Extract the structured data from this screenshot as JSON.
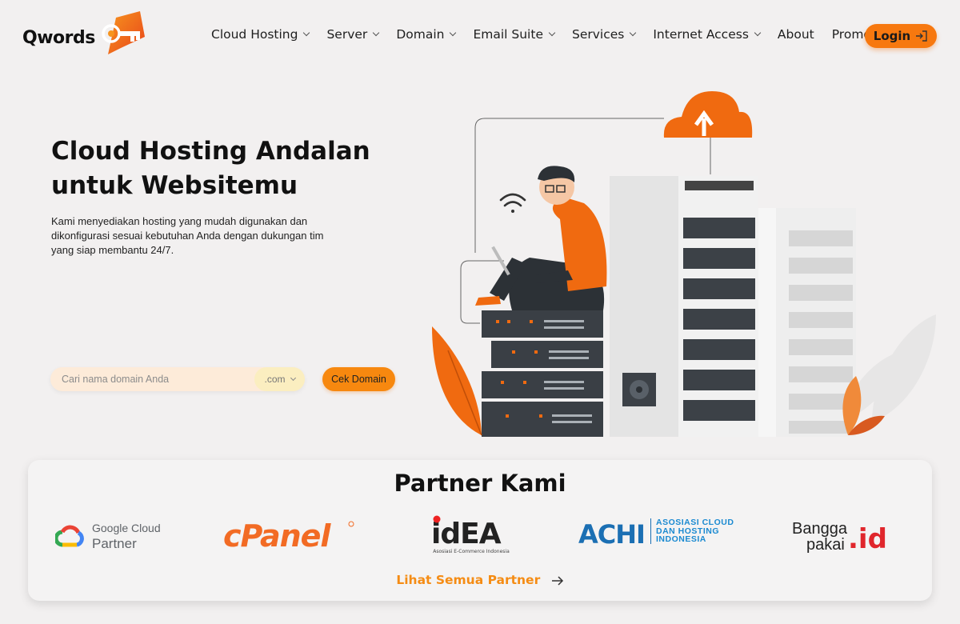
{
  "brand": {
    "name": "Qwords"
  },
  "nav": {
    "items": [
      {
        "label": "Cloud Hosting",
        "dropdown": true
      },
      {
        "label": "Server",
        "dropdown": true
      },
      {
        "label": "Domain",
        "dropdown": true
      },
      {
        "label": "Email Suite",
        "dropdown": true
      },
      {
        "label": "Services",
        "dropdown": true
      },
      {
        "label": "Internet Access",
        "dropdown": true
      },
      {
        "label": "About",
        "dropdown": false
      },
      {
        "label": "Promo",
        "dropdown": false
      }
    ],
    "login_label": "Login"
  },
  "hero": {
    "title_line1": "Cloud Hosting Andalan",
    "title_line2": "untuk Websitemu",
    "description": "Kami menyediakan hosting yang mudah digunakan dan dikonfigurasi sesuai kebutuhan Anda dengan dukungan tim yang siap membantu 24/7."
  },
  "search": {
    "placeholder": "Cari nama domain Anda",
    "value": "",
    "tld_selected": ".com",
    "button_label": "Cek Domain"
  },
  "partners": {
    "title": "Partner Kami",
    "logos": {
      "google": {
        "line1": "Google Cloud",
        "line2": "Partner"
      },
      "cpanel": "cPanel",
      "idea": {
        "mark": "idEA",
        "sub": "Asosiasi E-Commerce Indonesia"
      },
      "achi": {
        "mark": "ACHI",
        "sub1": "ASOSIASI CLOUD",
        "sub2": "DAN HOSTING",
        "sub3": "INDONESIA"
      },
      "bangga": {
        "line1": "Bangga",
        "line2": "pakai",
        "suffix": ".id"
      }
    },
    "see_all_label": "Lihat Semua Partner"
  },
  "colors": {
    "accent": "#f7780f",
    "background": "#f2f0f0",
    "card": "#f4f3f3",
    "link": "#f58c14"
  }
}
